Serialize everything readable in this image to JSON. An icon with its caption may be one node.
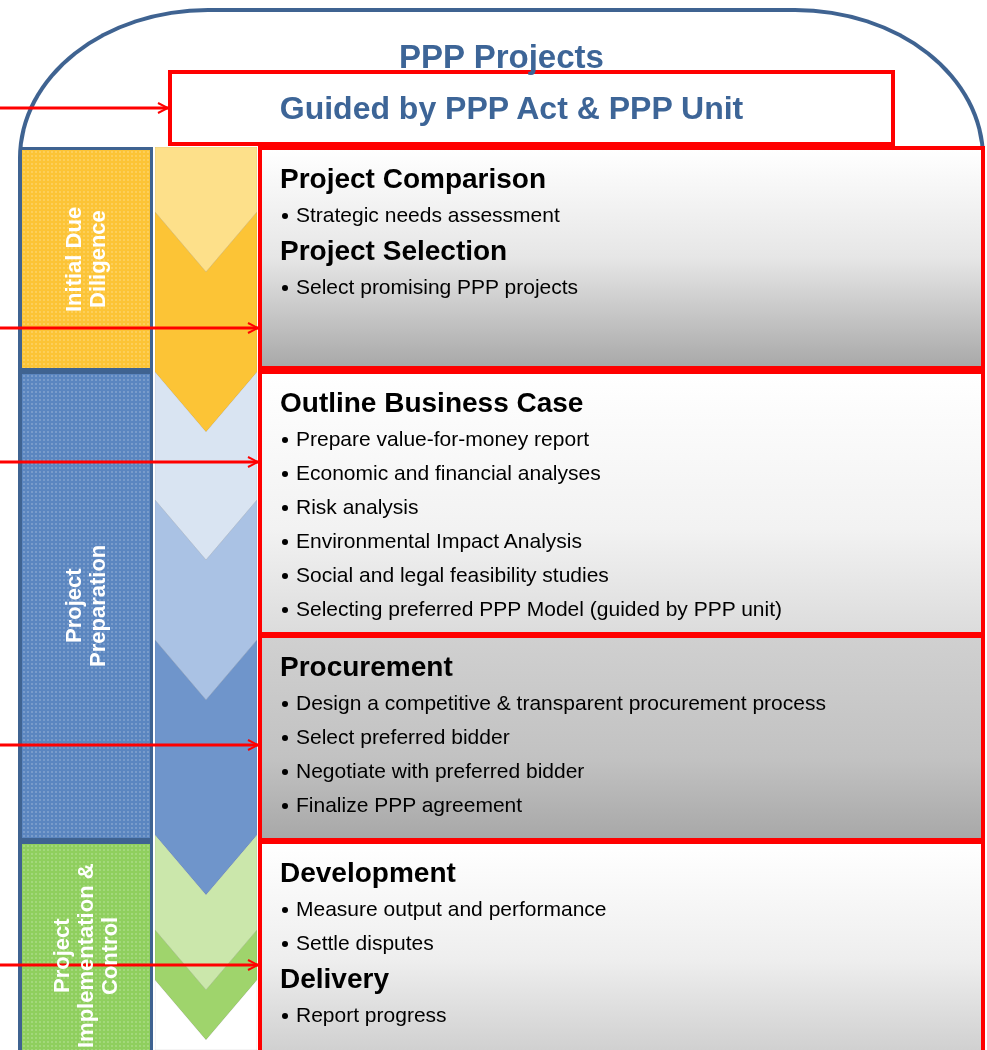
{
  "diagram": {
    "nodes": [
      {
        "text": [
          "PPP Projects"
        ]
      },
      {
        "text": [
          "Guided by PPP Act & PPP Unit"
        ],
        "in": 0
      },
      {
        "text": [
          "Initial Due Diligence"
        ],
        "in": 0
      },
      {
        "text": [
          "Project Preparation"
        ],
        "in": 0
      },
      {
        "text": [
          "Project Implementation & Control"
        ],
        "in": 0
      },
      {
        "text": [
          "Project Comparison",
          "Strategic needs assessment",
          "Project Selection",
          "Select promising PPP projects"
        ],
        "in": 0
      },
      {
        "text": [
          "Outline Business Case",
          "Prepare value-for-money report",
          "Economic and financial analyses",
          "Risk analysis",
          "Environmental Impact Analysis",
          "Social and legal feasibility studies",
          "Selecting preferred PPP Model (guided by PPP unit)"
        ],
        "in": 0
      },
      {
        "text": [
          "Procurement",
          "Design a competitive & transparent procurement process",
          "Select preferred bidder",
          "Negotiate with preferred bidder",
          "Finalize PPP agreement"
        ],
        "in": 0
      },
      {
        "text": [
          "Development",
          "Measure output and performance",
          "Settle disputes",
          "Delivery",
          "Report progress"
        ],
        "in": 0
      }
    ],
    "edges": [
      {
        "from": null,
        "to": 1,
        "arrow": "to"
      },
      {
        "from": null,
        "to": 5,
        "arrow": "to"
      },
      {
        "from": null,
        "to": 6,
        "arrow": "to"
      },
      {
        "from": null,
        "to": 7,
        "arrow": "to"
      },
      {
        "from": null,
        "to": 8,
        "arrow": "to"
      }
    ]
  }
}
